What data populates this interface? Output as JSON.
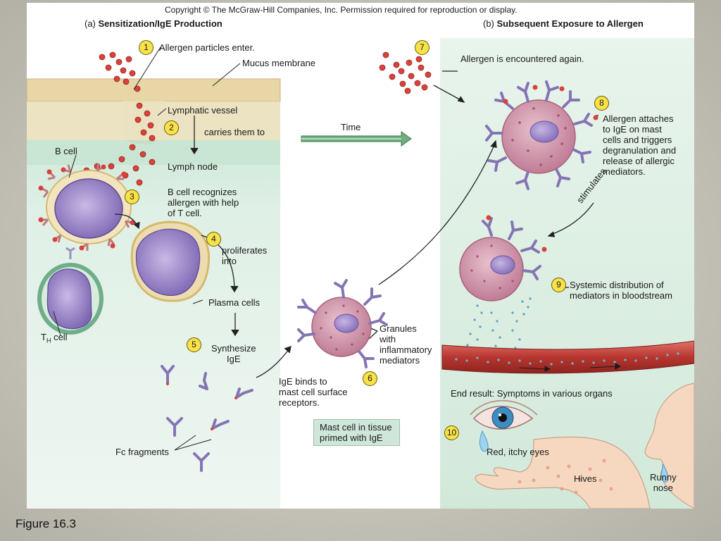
{
  "copyright": "Copyright © The McGraw-Hill Companies, Inc. Permission required for reproduction or display.",
  "panel_a": {
    "letter": "(a)",
    "title": "Sensitization/IgE Production"
  },
  "panel_b": {
    "letter": "(b)",
    "title": "Subsequent Exposure to Allergen"
  },
  "steps": [
    {
      "n": "1",
      "text": "Allergen particles enter."
    },
    {
      "n": "2",
      "text": "carries them to"
    },
    {
      "n": "3",
      "text": "B cell recognizes\nallergen with help\nof T cell."
    },
    {
      "n": "4",
      "text": "proliferates\ninto"
    },
    {
      "n": "5",
      "text": "Synthesize\nIgE"
    },
    {
      "n": "6",
      "text": "IgE binds to\nmast cell surface\nreceptors."
    },
    {
      "n": "7",
      "text": "Allergen is encountered again."
    },
    {
      "n": "8",
      "text": "Allergen attaches\nto IgE on mast\ncells and triggers\ndegranulation and\nrelease of allergic\nmediators."
    },
    {
      "n": "9",
      "text": "Systemic distribution of\nmediators in bloodstream"
    },
    {
      "n": "10",
      "text": ""
    }
  ],
  "labels": {
    "mucus_membrane": "Mucus membrane",
    "lymphatic_vessel": "Lymphatic vessel",
    "lymph_node": "Lymph node",
    "b_cell": "B cell",
    "th_cell_main": "T",
    "th_cell_sub": "H",
    "th_cell_tail": " cell",
    "plasma_cells": "Plasma cells",
    "fc_fragments": "Fc fragments",
    "granules": "Granules\nwith\ninflammatory\nmediators",
    "mast_cell_box": "Mast cell in tissue\nprimed with IgE",
    "time": "Time",
    "stimulates": "stimulates",
    "end_result": "End result: Symptoms in various organs",
    "red_itchy_eyes": "Red, itchy eyes",
    "hives": "Hives",
    "runny_nose": "Runny\nnose"
  },
  "caption": "Figure 16.3",
  "colors": {
    "allergen": "#d8423a",
    "mucus": "#e9d6a6",
    "lymph_tissue": "#dbeee2",
    "b_cell": "#9d86c8",
    "plasma_cell_rim": "#e6c77a",
    "th_cell_rim": "#6fae8a",
    "mast_cell": "#d59aae",
    "antibody": "#8574b4",
    "blood_vessel": "#c8413a",
    "number_badge": "#f7e24a",
    "time_arrow": "#6fae7e"
  }
}
